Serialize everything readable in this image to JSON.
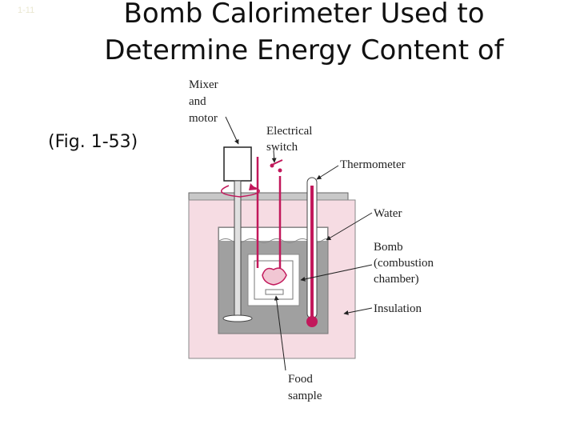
{
  "slide": {
    "number": "1-11",
    "title": "Bomb Calorimeter Used to Determine Energy Content of",
    "caption": "(Fig. 1-53)"
  },
  "diagram": {
    "labels": {
      "mixer": [
        "Mixer",
        "and",
        "motor"
      ],
      "switch": [
        "Electrical",
        "switch"
      ],
      "thermometer": "Thermometer",
      "water": "Water",
      "bomb": [
        "Bomb",
        "(combustion",
        "chamber)"
      ],
      "insulation": "Insulation",
      "food": [
        "Food",
        "sample"
      ]
    }
  },
  "colors": {
    "accent": "#c2185b",
    "insulation": "#f6dce3",
    "water": "#9e9e9e",
    "lid": "#c8c8c8"
  }
}
